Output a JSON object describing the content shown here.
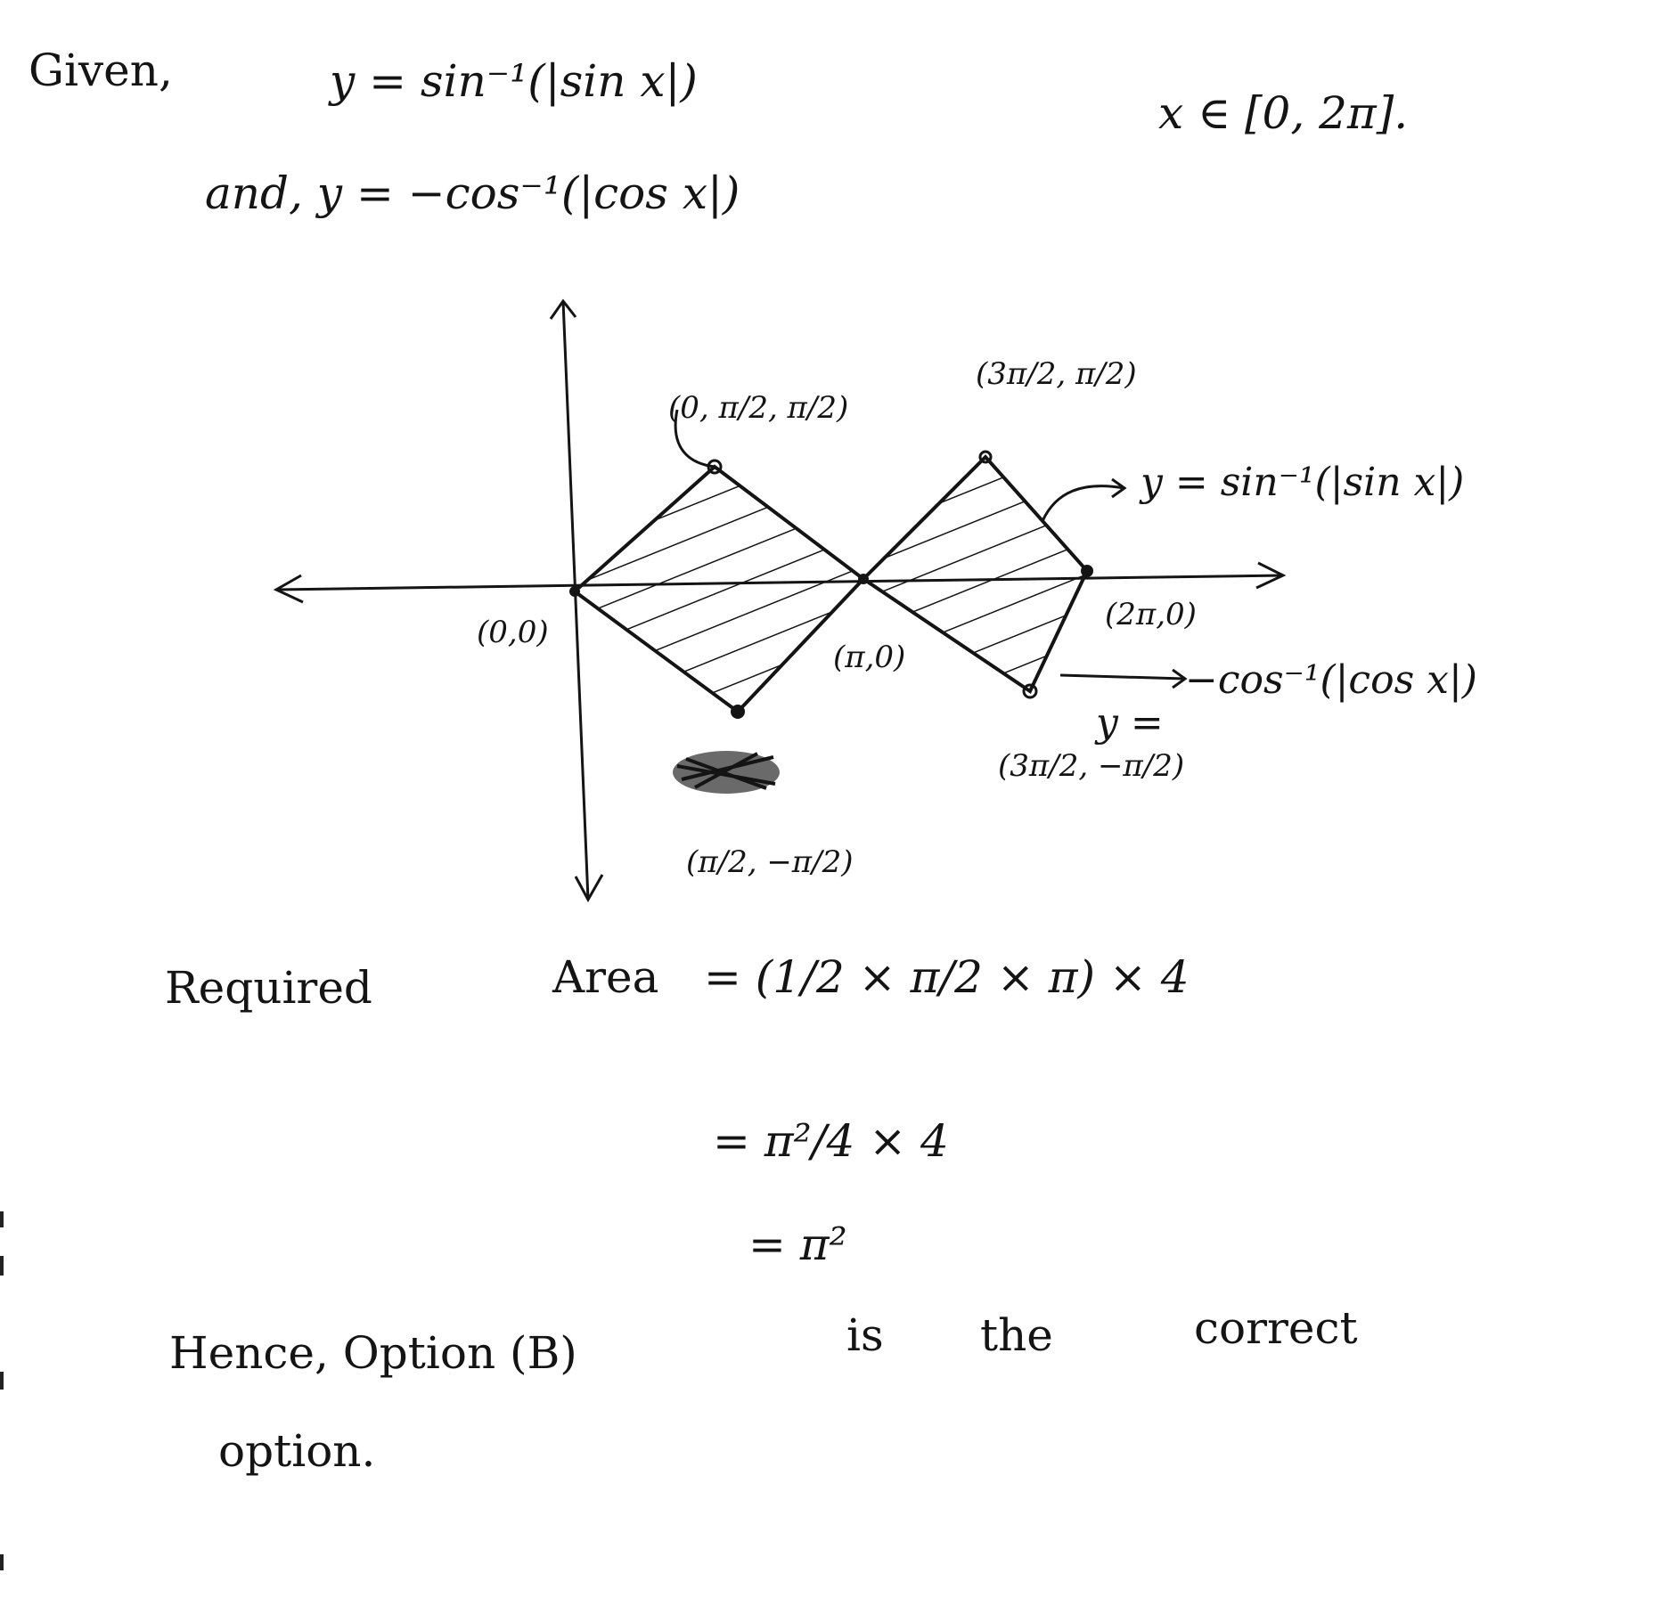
{
  "given": {
    "label": "Given,",
    "eq1": "y = sin⁻¹(|sin x|)",
    "domain": "x ∈ [0, 2π].",
    "eq2": "and, y = −cos⁻¹(|cos x|)"
  },
  "graph": {
    "point_top_left": "(0, π/2, π/2)",
    "point_top_right": "(3π/2, π/2)",
    "label_curve_top": "y = sin⁻¹(|sin x|)",
    "point_origin": "(0,0)",
    "point_pi": "(π,0)",
    "point_2pi": "(2π,0)",
    "label_curve_bottom_y": "y =",
    "label_curve_bottom": "−cos⁻¹(|cos x|)",
    "point_bottom_right": "(3π/2, −π/2)",
    "point_bottom_left": "(π/2, −π/2)"
  },
  "work": {
    "required": "Required",
    "area": "Area",
    "line1": "= (1/2 × π/2 × π) × 4",
    "line2": "= π²/4 × 4",
    "line3": "= π²"
  },
  "conclusion": {
    "hence": "Hence, Option (B)",
    "is": "is",
    "the": "the",
    "correct": "correct",
    "option": "option."
  },
  "colors": {
    "ink": "#141414",
    "paper": "#ffffff"
  }
}
